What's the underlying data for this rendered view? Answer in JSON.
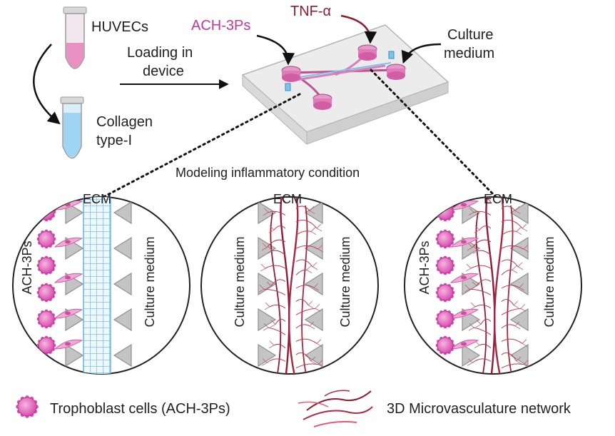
{
  "tubes": {
    "huvecs": "HUVECs",
    "collagen_line1": "Collagen",
    "collagen_line2": "type-I"
  },
  "loading": {
    "line1": "Loading in",
    "line2": "device"
  },
  "device": {
    "ach_label": "ACH-3Ps",
    "tnf_label": "TNF-α",
    "culture_line1": "Culture",
    "culture_line2": "medium"
  },
  "section_title": "Modeling inflammatory condition",
  "panels": {
    "left": {
      "ecm": "ECM",
      "side_left": "ACH-3Ps",
      "side_right": "Culture medium"
    },
    "middle": {
      "ecm": "ECM",
      "side_left": "Culture medium",
      "side_right": "Culture medium"
    },
    "right": {
      "ecm": "ECM",
      "side_left": "ACH-3Ps",
      "side_right": "Culture medium"
    }
  },
  "legend": {
    "trophoblast": "Trophoblast cells (ACH-3Ps)",
    "microvasculature": "3D Microvasculature network"
  },
  "colors": {
    "pink": "#d94fb0",
    "pink_light": "#f2a9d6",
    "vessel": "#8e1b32",
    "mesh": "#6bb7e6",
    "triangle": "#c4c4c4"
  }
}
